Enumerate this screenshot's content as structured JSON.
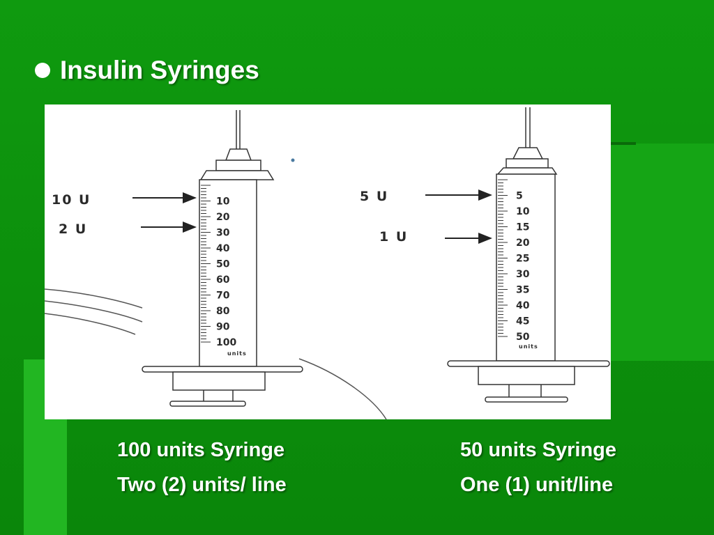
{
  "slide": {
    "title": "Insulin Syringes",
    "bullet_icon": "filled-circle-bullet",
    "accent_color": "#0c8f0c"
  },
  "figure": {
    "left_syringe": {
      "arrow_labels": [
        "10 U",
        "2 U"
      ],
      "scale_numbers": [
        "10",
        "20",
        "30",
        "40",
        "50",
        "60",
        "70",
        "80",
        "90",
        "100"
      ],
      "scale_unit": "units"
    },
    "right_syringe": {
      "arrow_labels": [
        "5 U",
        "1 U"
      ],
      "scale_numbers": [
        "5",
        "10",
        "15",
        "20",
        "25",
        "30",
        "35",
        "40",
        "45",
        "50"
      ],
      "scale_unit": "units"
    }
  },
  "captions": {
    "left_line1": "100 units Syringe",
    "left_line2": "Two (2) units/ line",
    "right_line1": "50 units Syringe",
    "right_line2": "One (1) unit/line"
  }
}
